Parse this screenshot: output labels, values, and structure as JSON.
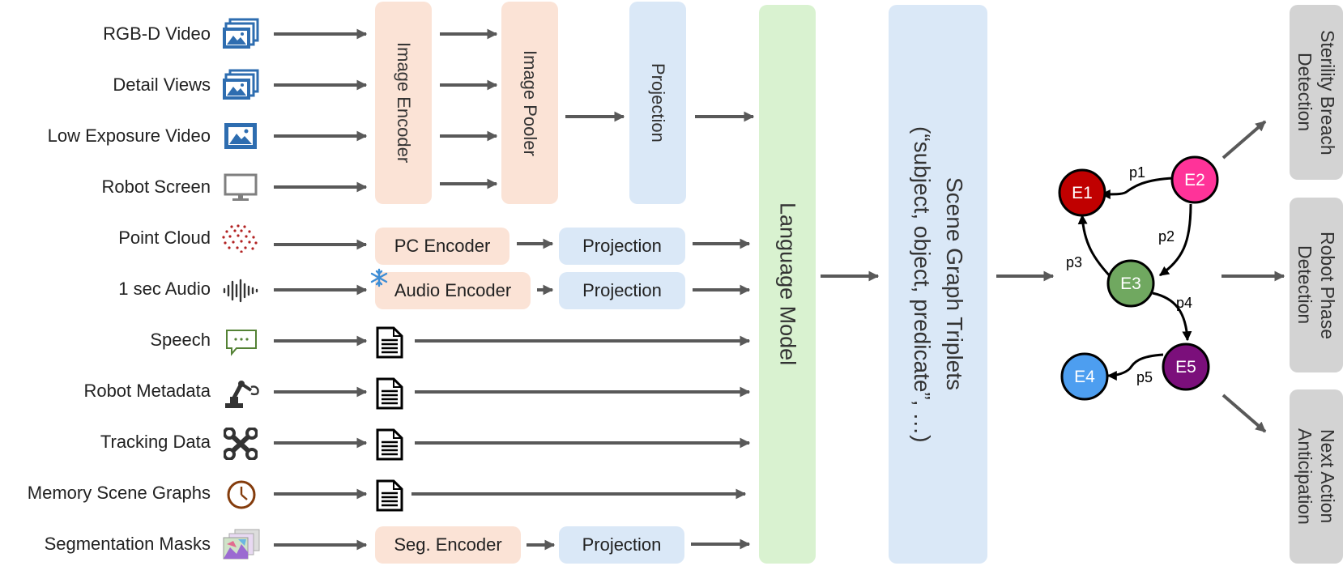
{
  "inputs": [
    {
      "label": "RGB-D Video",
      "icon": "images-icon"
    },
    {
      "label": "Detail Views",
      "icon": "images-icon"
    },
    {
      "label": "Low Exposure Video",
      "icon": "image-icon"
    },
    {
      "label": "Robot Screen",
      "icon": "monitor-icon"
    },
    {
      "label": "Point Cloud",
      "icon": "point-cloud-icon"
    },
    {
      "label": "1 sec Audio",
      "icon": "audio-wave-icon"
    },
    {
      "label": "Speech",
      "icon": "speech-bubble-icon"
    },
    {
      "label": "Robot Metadata",
      "icon": "robot-arm-icon"
    },
    {
      "label": "Tracking Data",
      "icon": "tracking-tool-icon"
    },
    {
      "label": "Memory Scene Graphs",
      "icon": "clock-icon"
    },
    {
      "label": "Segmentation Masks",
      "icon": "masks-icon"
    }
  ],
  "blocks": {
    "image_encoder": "Image Encoder",
    "image_pooler": "Image Pooler",
    "image_projection": "Projection",
    "pc_encoder": "PC Encoder",
    "pc_projection": "Projection",
    "audio_encoder": "Audio Encoder",
    "audio_projection": "Projection",
    "seg_encoder": "Seg. Encoder",
    "seg_projection": "Projection",
    "language_model": "Language Model",
    "triplets_line1": "Scene Graph Triplets",
    "triplets_line2": "(“subject, object, predicate”, …)"
  },
  "graph": {
    "nodes": [
      {
        "id": "E1",
        "color": "#c00000"
      },
      {
        "id": "E2",
        "color": "#ff3399"
      },
      {
        "id": "E3",
        "color": "#70a860"
      },
      {
        "id": "E4",
        "color": "#4d9ef0"
      },
      {
        "id": "E5",
        "color": "#7b0f7b"
      }
    ],
    "edges": [
      "p1",
      "p2",
      "p3",
      "p4",
      "p5"
    ]
  },
  "outputs": [
    {
      "line1": "Sterility Breach",
      "line2": "Detection"
    },
    {
      "line1": "Robot Phase",
      "line2": "Detection"
    },
    {
      "line1": "Next Action",
      "line2": "Anticipation"
    }
  ],
  "colors": {
    "arrow": "#595959",
    "encoder": "#fbe3d6",
    "projection": "#dae8f7",
    "language_model": "#d9f2d0",
    "output": "#d3d3d3"
  }
}
